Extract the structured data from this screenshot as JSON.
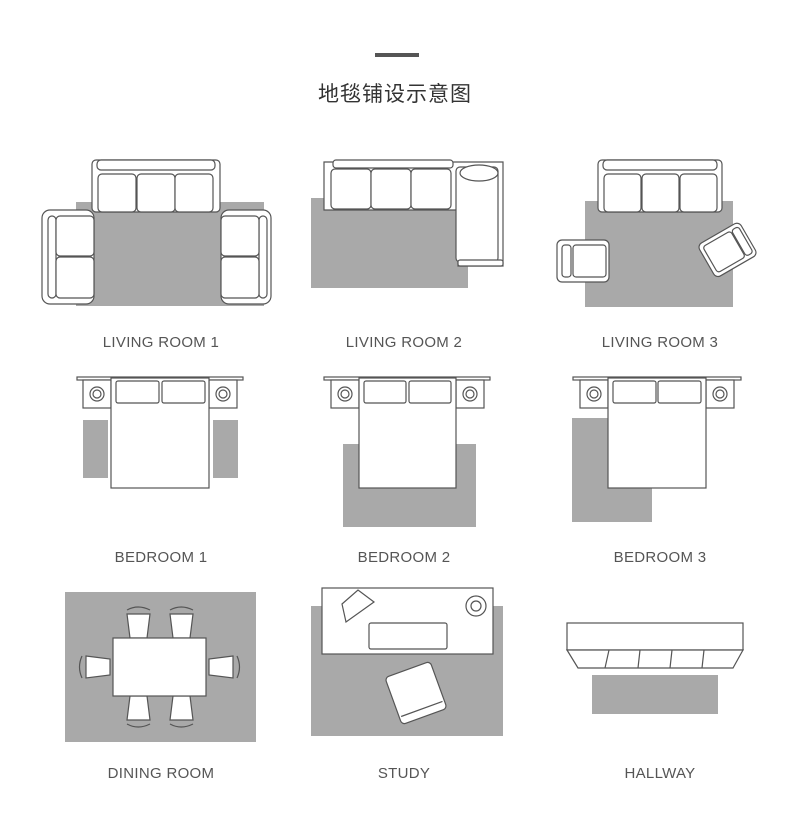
{
  "header": {
    "title": "地毯铺设示意图"
  },
  "diagrams": [
    {
      "label": "LIVING ROOM 1"
    },
    {
      "label": "LIVING ROOM 2"
    },
    {
      "label": "LIVING ROOM 3"
    },
    {
      "label": "BEDROOM 1"
    },
    {
      "label": "BEDROOM 2"
    },
    {
      "label": "BEDROOM 3"
    },
    {
      "label": "DINING ROOM"
    },
    {
      "label": "STUDY"
    },
    {
      "label": "HALLWAY"
    }
  ],
  "colors": {
    "rug": "#a9a9a9",
    "furniture_stroke": "#555555",
    "header_bar": "#555555"
  }
}
